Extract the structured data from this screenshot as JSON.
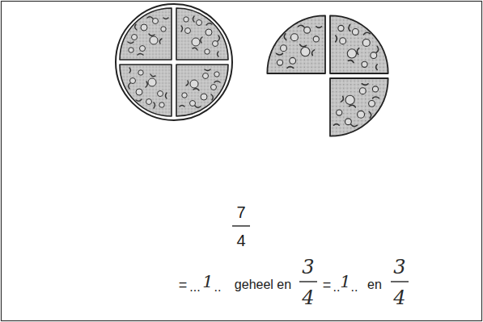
{
  "diagram": {
    "labels": [
      "7",
      "4",
      "=",
      "...",
      "1",
      "..",
      "geheel en",
      "3",
      "4",
      "=",
      "..",
      "1",
      "..",
      "en",
      "3",
      "4"
    ]
  }
}
